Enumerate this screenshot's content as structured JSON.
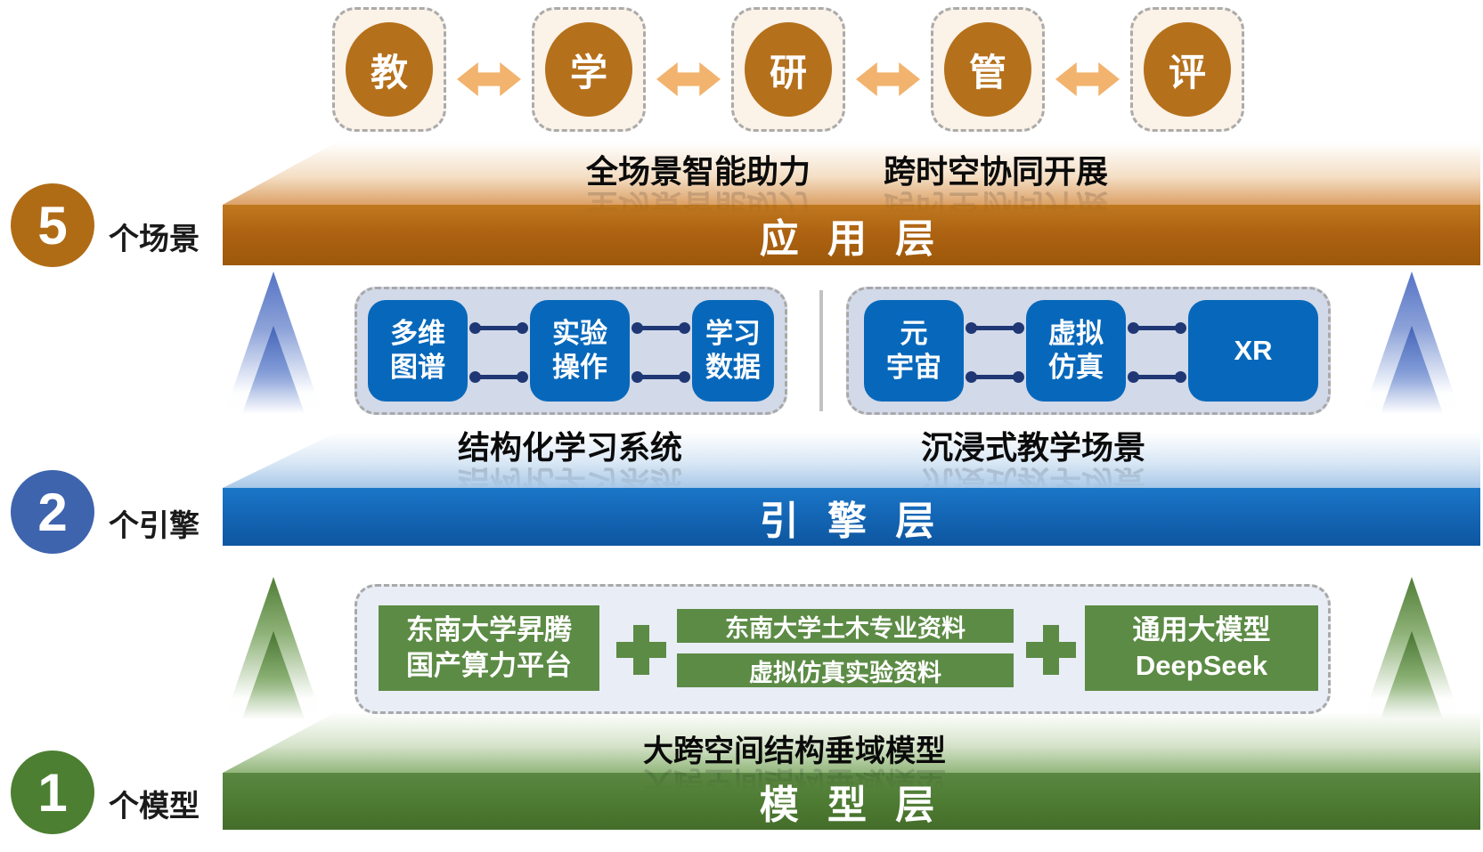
{
  "top_flow": {
    "nodes": [
      {
        "label": "教"
      },
      {
        "label": "学"
      },
      {
        "label": "研"
      },
      {
        "label": "管"
      },
      {
        "label": "评"
      }
    ]
  },
  "application": {
    "headline_left": "全场景智能助力",
    "headline_right": "跨时空协同开展",
    "bar_label": "应 用 层",
    "count": "5",
    "count_unit": "个场景"
  },
  "engine": {
    "left_group": {
      "boxes": [
        {
          "line1": "多维",
          "line2": "图谱"
        },
        {
          "line1": "实验",
          "line2": "操作"
        },
        {
          "line1": "学习",
          "line2": "数据"
        }
      ],
      "caption": "结构化学习系统"
    },
    "right_group": {
      "boxes": [
        {
          "line1": "元",
          "line2": "宇宙"
        },
        {
          "line1": "虚拟",
          "line2": "仿真"
        },
        {
          "line1": "XR",
          "line2": ""
        }
      ],
      "caption": "沉浸式教学场景"
    },
    "bar_label": "引 擎 层",
    "count": "2",
    "count_unit": "个引擎"
  },
  "model": {
    "compute_box": {
      "line1": "东南大学昇腾",
      "line2": "国产算力平台"
    },
    "data_bars": [
      {
        "label": "东南大学土木专业资料"
      },
      {
        "label": "虚拟仿真实验资料"
      }
    ],
    "llm_box": {
      "line1": "通用大模型",
      "line2": "DeepSeek"
    },
    "caption": "大跨空间结构垂域模型",
    "bar_label": "模 型 层",
    "count": "1",
    "count_unit": "个模型"
  },
  "icons": {
    "flow_connector": "double-headed-arrow",
    "section_arrow": "gradient-up-arrow",
    "combine": "plus"
  },
  "colors": {
    "application_bar": "#AE6312",
    "engine_bar": "#1467B6",
    "model_bar": "#4E7C33",
    "flow_circle": "#B5701B",
    "flow_arrow": "#F2B36E",
    "engine_box": "#0768BB",
    "model_box": "#5C8B45",
    "connector": "#1F3875",
    "engine_panel_bg": "#D2D9E8",
    "model_panel_bg": "#E9EDF6",
    "badge_application": "#B06C15",
    "badge_engine": "#3E64AE",
    "badge_model": "#4C7F31"
  }
}
